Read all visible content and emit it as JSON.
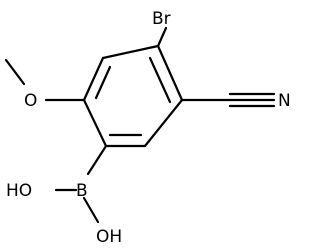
{
  "molecule": {
    "atoms": {
      "br": "Br",
      "n": "N",
      "o": "O",
      "b": "B",
      "oh1": "HO",
      "oh2": "OH"
    }
  }
}
